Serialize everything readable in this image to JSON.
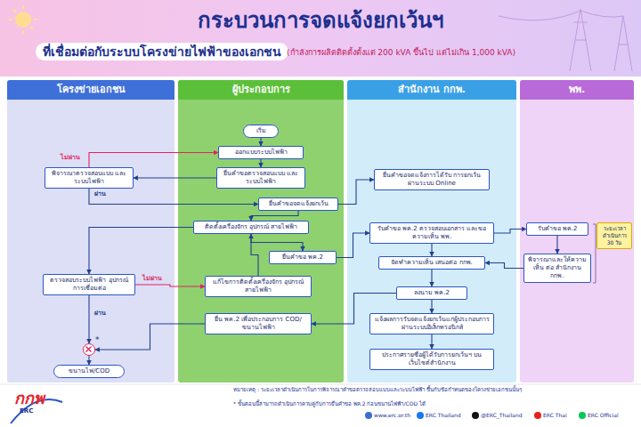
{
  "diagram": {
    "title": "กระบวนการจดแจ้งยกเว้นฯ",
    "nodes": [
      {
        "text": [
          "โครงข่ายเอกชน"
        ]
      },
      {
        "text": [
          "ผู้ประกอบการ"
        ]
      },
      {
        "text": [
          "สำนักงาน กกพ."
        ]
      },
      {
        "text": [
          "พพ."
        ]
      },
      {
        "text": [
          "เริ่ม"
        ],
        "in": 1
      },
      {
        "text": [
          "ออกแบบระบบไฟฟ้า"
        ],
        "in": 1
      },
      {
        "text": [
          "ยื่นคำขอตรวจสอบแบบ และระบบไฟฟ้า"
        ],
        "in": 1
      },
      {
        "text": [
          "พิจารณาตรวจสอบแบบ และระบบไฟฟ้า"
        ],
        "in": 0
      },
      {
        "text": [
          "ยื่นคำขอจดแจ้งยกเว้น"
        ],
        "in": 1
      },
      {
        "text": [
          "ยื่นคำขอจดแจ้งการได้รับ การยกเว้นผ่านระบบ Online"
        ],
        "in": 2
      },
      {
        "text": [
          "ติดตั้งเครื่องจักร อุปกรณ์ สายไฟฟ้า"
        ],
        "in": 1
      },
      {
        "text": [
          "ยื่นคำขอ พค.2"
        ],
        "in": 1
      },
      {
        "text": [
          "รับคำขอ พค.2 ตรวจสอบเอกสาร และขอความเห็น พพ."
        ],
        "in": 2
      },
      {
        "text": [
          "รับคำขอ พค.2"
        ],
        "in": 3
      },
      {
        "text": [
          "ระยะเวลา ดำเนินการ 30 วัน"
        ],
        "in": 3
      },
      {
        "text": [
          "ตรวจสอบระบบไฟฟ้า อุปกรณ์การเชื่อมต่อ"
        ],
        "in": 0
      },
      {
        "text": [
          "แก้ไขการติดตั้งเครื่องจักร อุปกรณ์ สายไฟฟ้า"
        ],
        "in": 1
      },
      {
        "text": [
          "จัดทำความเห็น เสนอต่อ กกพ."
        ],
        "in": 2
      },
      {
        "text": [
          "พิจารณาและให้ความเห็น ต่อ สำนักงาน กกพ."
        ],
        "in": 3
      },
      {
        "text": [
          "ลงนาม พค.2"
        ],
        "in": 2
      },
      {
        "text": [
          "ยื่น พค.2 เพื่อประกอบการ COD/ขนานไฟฟ้า"
        ],
        "in": 1
      },
      {
        "text": [
          "แจ้งผลการรับจดแจ้งยกเว้นแก่ผู้ประกอบการ ผ่านระบบอิเล็กทรอนิกส์"
        ],
        "in": 2
      },
      {
        "text": [
          "*"
        ],
        "in": 0
      },
      {
        "text": [
          "ขนานไฟ/COD"
        ],
        "in": 0
      },
      {
        "text": [
          "ประกาศรายชื่อผู้ได้รับการยกเว้นฯ บนเว็บไซต์สำนักงาน"
        ],
        "in": 2
      }
    ],
    "edges": [
      {
        "from": 4,
        "to": 5,
        "arrow": "to"
      },
      {
        "from": 5,
        "to": 6,
        "arrow": "to"
      },
      {
        "from": 6,
        "to": 7,
        "arrow": "to"
      },
      {
        "from": 7,
        "to": 5,
        "label": "ไม่ผ่าน",
        "arrow": "to"
      },
      {
        "from": 7,
        "to": 8,
        "label": "ผ่าน",
        "arrow": "to"
      },
      {
        "from": 8,
        "to": 9,
        "arrow": "to"
      },
      {
        "from": 8,
        "to": 10,
        "arrow": "to"
      },
      {
        "from": 10,
        "to": 11,
        "arrow": "to"
      },
      {
        "from": 11,
        "to": 12,
        "arrow": "to"
      },
      {
        "from": 10,
        "to": 15,
        "arrow": "to"
      },
      {
        "from": 15,
        "to": 16,
        "label": "ไม่ผ่าน",
        "arrow": "to"
      },
      {
        "from": 16,
        "to": 10,
        "arrow": "to"
      },
      {
        "from": 15,
        "to": 22,
        "label": "ผ่าน",
        "arrow": "to"
      },
      {
        "from": 12,
        "to": 13,
        "arrow": "to"
      },
      {
        "from": 13,
        "to": 18,
        "arrow": "to"
      },
      {
        "from": 18,
        "to": 17,
        "arrow": "to"
      },
      {
        "from": 12,
        "to": 17,
        "arrow": "to"
      },
      {
        "from": 17,
        "to": 19,
        "arrow": "to"
      },
      {
        "from": 19,
        "to": 20,
        "arrow": "to"
      },
      {
        "from": 19,
        "to": 21,
        "arrow": "to"
      },
      {
        "from": 20,
        "to": 22,
        "arrow": "to"
      },
      {
        "from": 21,
        "to": 24,
        "arrow": "to"
      },
      {
        "from": 22,
        "to": 23,
        "arrow": "to"
      }
    ],
    "labels": [
      "ที่เชื่อมต่อกับระบบโครงข่ายไฟฟ้าของเอกชน",
      "(กำลังการผลิตติดตั้งตั้งแต่ 200 kVA ขึ้นไป แต่ไม่เกิน 1,000 kVA)",
      "หมายเหตุ : ระยะเวลาดำเนินการในการพิจารณาคำขอตรวจสอบแบบและระบบไฟฟ้า ขึ้นกับข้อกำหนดของโครงข่ายเอกชนนั้นๆ",
      "* ขั้นตอนนี้สามารถดำเนินการควบคู่กับการยื่นคำขอ พค.2 ก่อนขนานไฟฟ้า/COD ได้",
      "กกพ",
      "ERC",
      "www.erc.or.th",
      "ERC Thailand",
      "@ERC_Thailand",
      "ERC Thai",
      "ERC Official"
    ]
  }
}
